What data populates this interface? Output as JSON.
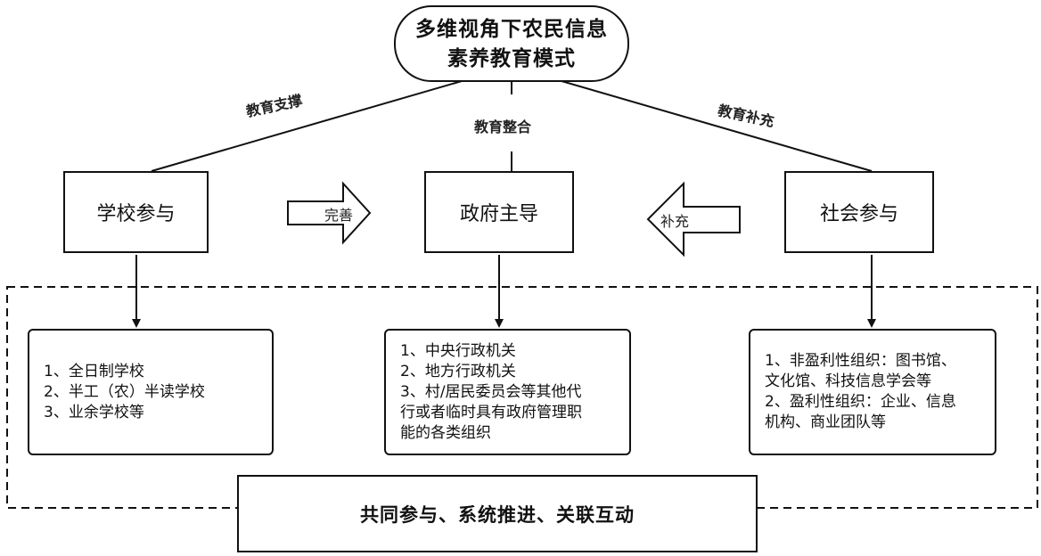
{
  "title": {
    "line1": "多维视角下农民信息",
    "line2": "素养教育模式"
  },
  "edges": {
    "support": "教育支撑",
    "integrate": "教育整合",
    "supplement": "教育补充"
  },
  "nodes": {
    "school": "学校参与",
    "government": "政府主导",
    "society": "社会参与"
  },
  "block_arrows": {
    "perfect": "完善",
    "complement": "补充"
  },
  "details": {
    "school": [
      "1、全日制学校",
      "2、半工（农）半读学校",
      "3、业余学校等"
    ],
    "government": [
      "1、中央行政机关",
      "2、地方行政机关",
      "3、村/居民委员会等其他代",
      "行或者临时具有政府管理职",
      "能的各类组织"
    ],
    "society": [
      "1、非盈利性组织：图书馆、",
      "文化馆、科技信息学会等",
      "2、盈利性组织：企业、信息",
      "机构、商业团队等"
    ]
  },
  "bottom": {
    "label": "共同参与、系统推进、关联互动"
  },
  "colors": {
    "line": "#111111",
    "background": "#ffffff"
  }
}
